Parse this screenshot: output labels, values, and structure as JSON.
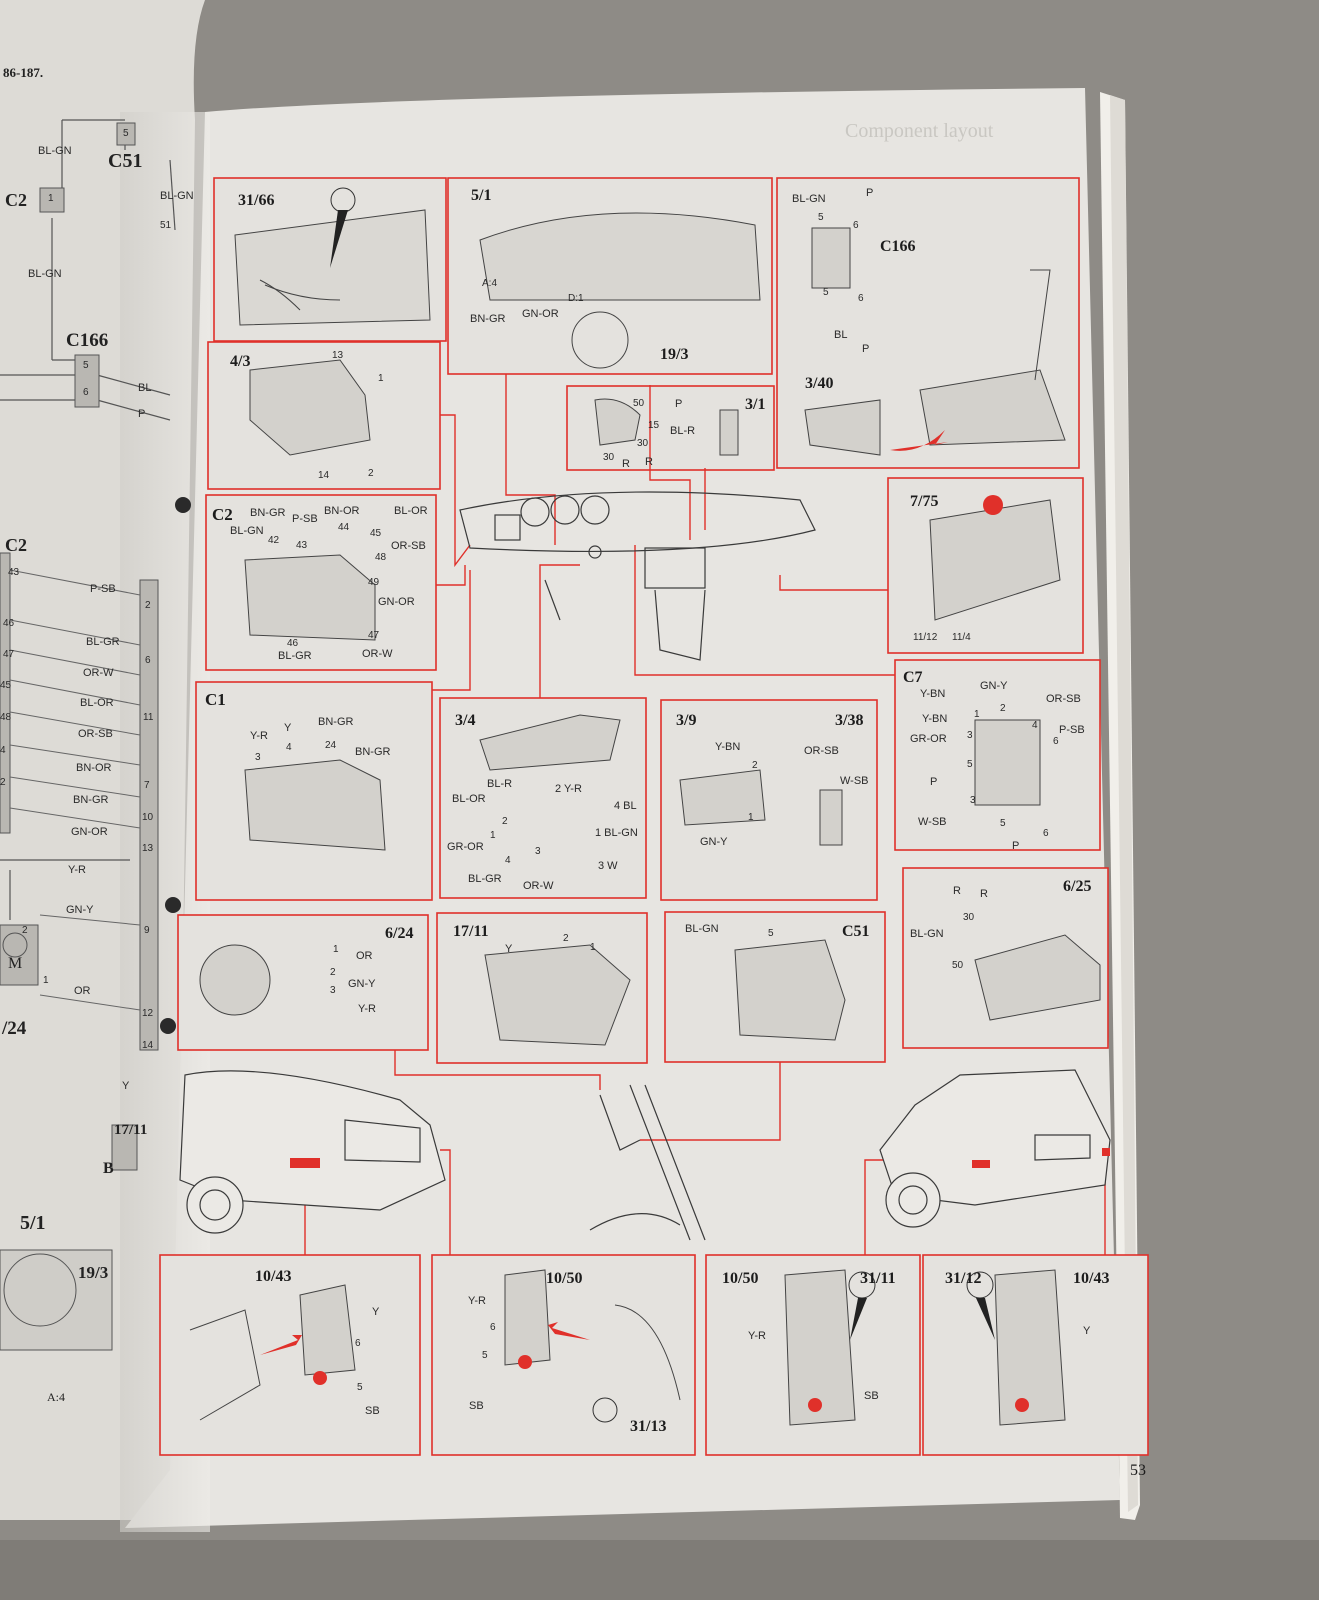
{
  "colors": {
    "page": "#e6e4e0",
    "left_page": "#dcdad5",
    "accent": "#e0302a",
    "ink": "#2a2a2a"
  },
  "left_page": {
    "header": "86-187.",
    "labels": {
      "c51": "C51",
      "c2_top": "C2",
      "c166": "C166",
      "c2_mid": "C2",
      "ref_24": "/24",
      "ref_17_11": "17/11",
      "ref_b": "B",
      "ref_5_1": "5/1",
      "ref_19_3": "19/3",
      "motor": "M",
      "a4": "A:4"
    },
    "wires": {
      "blgn_1": "BL-GN",
      "blgn_2": "BL-GN",
      "blgn_3": "BL-GN",
      "bl": "BL",
      "p": "P",
      "or": "OR",
      "y": "Y"
    },
    "pins": {
      "c51_5": "5",
      "c2_1": "1",
      "c166_5": "5",
      "c166_6": "6",
      "m_2": "2",
      "m_1": "1",
      "p51": "51"
    },
    "c2_rows": [
      {
        "pin": "43",
        "wire": "P-SB"
      },
      {
        "pin": "46",
        "wire": "BL-GR"
      },
      {
        "pin": "47",
        "wire": "OR-W"
      },
      {
        "pin": "45",
        "wire": "BL-OR"
      },
      {
        "pin": "48",
        "wire": "OR-SB"
      },
      {
        "pin": "4",
        "wire": "BN-OR"
      },
      {
        "pin": "2",
        "wire": "BN-GR"
      },
      {
        "pin": "",
        "wire": "GN-OR"
      },
      {
        "pin": "",
        "wire": "Y-R"
      },
      {
        "pin": "",
        "wire": "GN-Y"
      }
    ],
    "strip_nums": [
      "2",
      "6",
      "11",
      "7",
      "10",
      "13",
      "9",
      "12",
      "14"
    ]
  },
  "header_faint": "Component layout",
  "page_number": "53",
  "panels": {
    "p31_66": {
      "title": "31/66"
    },
    "p5_1": {
      "title": "5/1",
      "sub": "19/3",
      "w1": "BN-GR",
      "w2": "GN-OR",
      "a4": "A:4",
      "d1": "D:1"
    },
    "p_c166": {
      "title": "C166",
      "sub": "3/40",
      "w_blgn": "BL-GN",
      "w_p": "P",
      "w_bl": "BL",
      "w_p2": "P",
      "n5": "5",
      "n6": "6",
      "n5b": "5",
      "n6b": "6"
    },
    "p4_3": {
      "title": "4/3",
      "n13": "13",
      "n1": "1",
      "n14": "14",
      "n2": "2"
    },
    "p3_1": {
      "title": "3/1",
      "n50": "50",
      "p": "P",
      "n15": "15",
      "blr": "BL-R",
      "n30a": "30",
      "n30b": "30",
      "r1": "R",
      "r2": "R"
    },
    "p7_75": {
      "title": "7/75",
      "s1": "11/12",
      "s2": "11/4"
    },
    "p_c2": {
      "title": "C2",
      "w1": "BN-GR",
      "w2": "P-SB",
      "w3": "BN-OR",
      "w4": "BL-OR",
      "w5": "BL-GN",
      "w6": "OR-SB",
      "w7": "GN-OR",
      "w8": "BL-GR",
      "w9": "OR-W",
      "n42": "42",
      "n43": "43",
      "n44": "44",
      "n45": "45",
      "n48": "48",
      "n49": "49",
      "n46": "46",
      "n47": "47"
    },
    "p_c1": {
      "title": "C1",
      "w1": "Y-R",
      "w2": "Y",
      "w3": "BN-GR",
      "w4": "BN-GR",
      "n3": "3",
      "n4": "4",
      "n24": "24"
    },
    "p3_4": {
      "title": "3/4",
      "w_blr": "BL-R",
      "w_bl_or": "BL-OR",
      "w_gr_or": "GR-OR",
      "w_bl_gr": "BL-GR",
      "w_or_w": "OR-W",
      "w_2yr": "2 Y-R",
      "w_4bl": "4 BL",
      "w_1blgn": "1 BL-GN",
      "w_3w": "3 W",
      "n2": "2",
      "n1": "1",
      "n4": "4",
      "n3": "3"
    },
    "p3_9": {
      "title": "3/9",
      "sub": "3/38",
      "w_ybn": "Y-BN",
      "w_gny": "GN-Y",
      "w_orsb": "OR-SB",
      "w_wsb": "W-SB",
      "n2": "2",
      "n1": "1"
    },
    "p_c7": {
      "title": "C7",
      "w_ybn1": "Y-BN",
      "w_ybn2": "Y-BN",
      "w_gny": "GN-Y",
      "w_orsb": "OR-SB",
      "w_gror": "GR-OR",
      "w_psb": "P-SB",
      "w_p": "P",
      "w_wsb": "W-SB",
      "w_p2": "P",
      "n1": "1",
      "n2": "2",
      "n3": "3",
      "n4": "4",
      "n5": "5",
      "n6": "6",
      "n3b": "3",
      "n5b": "5",
      "n6b": "6"
    },
    "p6_24": {
      "title": "6/24",
      "w1": "OR",
      "w2": "GN-Y",
      "w3": "Y-R",
      "n1": "1",
      "n2": "2",
      "n3": "3"
    },
    "p17_11": {
      "title": "17/11",
      "y": "Y",
      "n2": "2",
      "n1": "1"
    },
    "p_c51": {
      "title": "C51",
      "w": "BL-GN",
      "n5": "5"
    },
    "p6_25": {
      "title": "6/25",
      "r1": "R",
      "r2": "R",
      "w": "BL-GN",
      "n30": "30",
      "n50": "50"
    },
    "p10_43a": {
      "title": "10/43",
      "y": "Y",
      "sb": "SB",
      "n6": "6",
      "n5": "5"
    },
    "p10_50a": {
      "title": "10/50",
      "sub": "31/13",
      "yr": "Y-R",
      "sb": "SB",
      "n6": "6",
      "n5": "5"
    },
    "p10_50b": {
      "title": "10/50",
      "sub": "31/11",
      "yr": "Y-R",
      "sb": "SB"
    },
    "p31_12": {
      "title": "31/12",
      "sub": "10/43",
      "y": "Y"
    }
  }
}
